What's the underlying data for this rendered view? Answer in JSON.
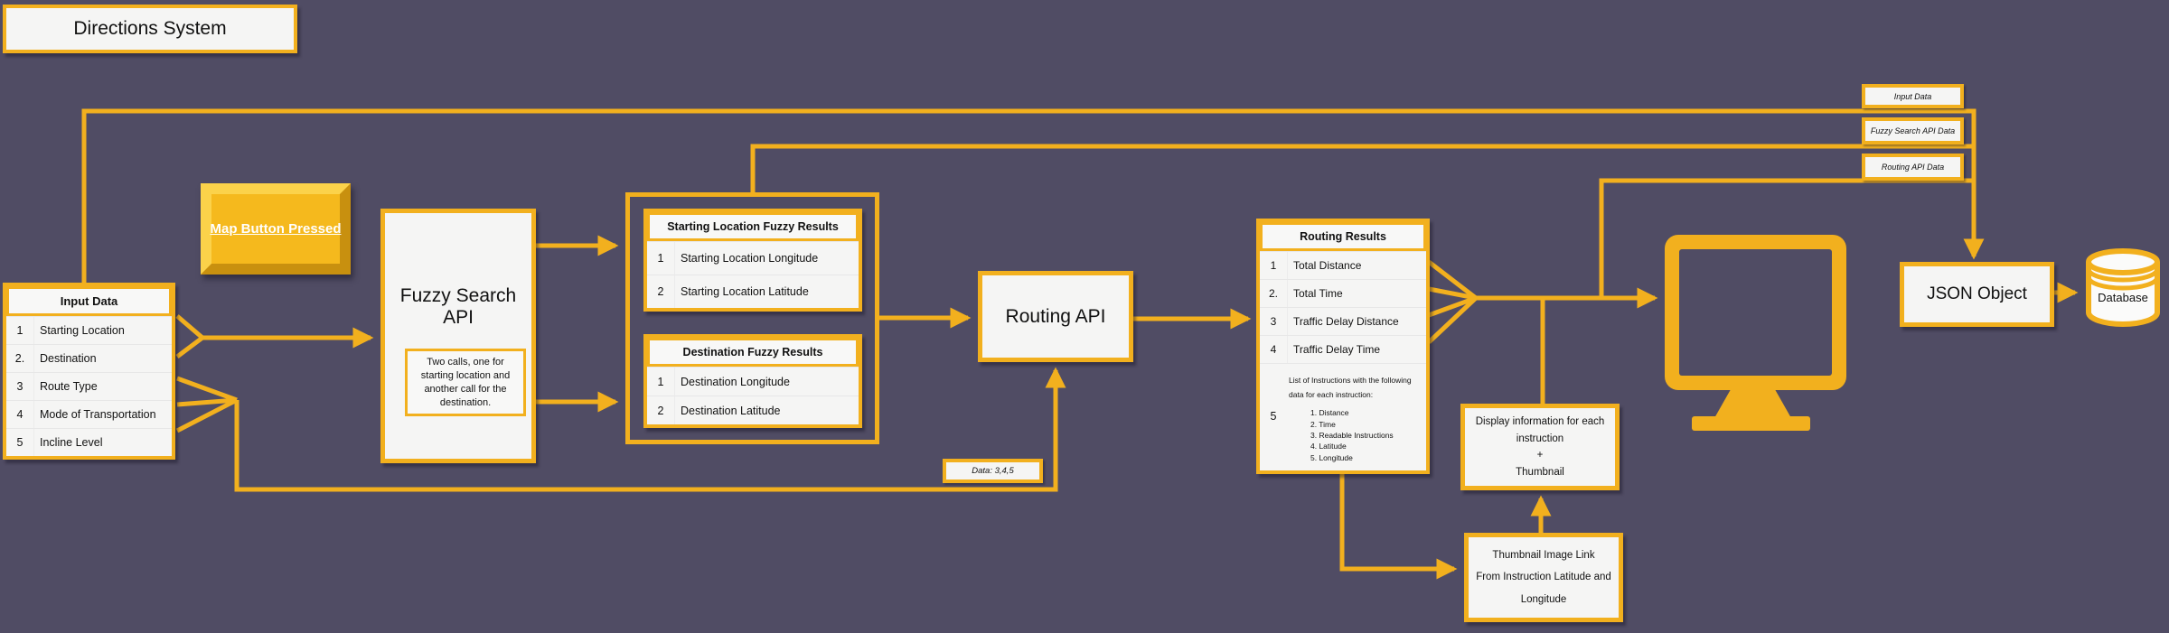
{
  "colors": {
    "background": "#504c64",
    "accent": "#f2b01e",
    "box_fill": "#f5f5f4"
  },
  "title": "Directions System",
  "map_button": {
    "label": "Map Button Pressed"
  },
  "input_table": {
    "header": "Input Data",
    "rows": [
      {
        "num": "1",
        "label": "Starting Location"
      },
      {
        "num": "2.",
        "label": "Destination"
      },
      {
        "num": "3",
        "label": "Route Type"
      },
      {
        "num": "4",
        "label": "Mode of Transportation"
      },
      {
        "num": "5",
        "label": "Incline Level"
      }
    ]
  },
  "fuzzy_api": {
    "title": "Fuzzy Search API",
    "note": "Two calls, one for starting location and another call for the destination."
  },
  "starting_results": {
    "header": "Starting Location Fuzzy Results",
    "rows": [
      {
        "num": "1",
        "label": "Starting Location Longitude"
      },
      {
        "num": "2",
        "label": "Starting Location Latitude"
      }
    ]
  },
  "destination_results": {
    "header": "Destination Fuzzy Results",
    "rows": [
      {
        "num": "1",
        "label": "Destination Longitude"
      },
      {
        "num": "2",
        "label": "Destination Latitude"
      }
    ]
  },
  "routing_api": {
    "title": "Routing API"
  },
  "data_note": {
    "label": "Data: 3,4,5"
  },
  "routing_results": {
    "header": "Routing Results",
    "rows": [
      {
        "num": "1",
        "label": "Total Distance"
      },
      {
        "num": "2.",
        "label": "Total Time"
      },
      {
        "num": "3",
        "label": "Traffic Delay Distance"
      },
      {
        "num": "4",
        "label": "Traffic Delay Time"
      }
    ],
    "row5": {
      "num": "5",
      "lead": "List of Instructions with the following data for each instruction:",
      "items": [
        "1. Distance",
        "2. Time",
        "3. Readable Instructions",
        "4. Latitude",
        "5. Longitude"
      ]
    }
  },
  "display_box": {
    "lines": [
      "Display information for each",
      "instruction",
      "+",
      "Thumbnail"
    ]
  },
  "thumbnail_box": {
    "lines": [
      "Thumbnail Image Link",
      "From Instruction Latitude and",
      "Longitude"
    ]
  },
  "json_box": {
    "label": "JSON Object"
  },
  "database": {
    "label": "Database"
  },
  "flow_labels": [
    {
      "label": "Input Data"
    },
    {
      "label": "Fuzzy Search API Data"
    },
    {
      "label": "Routing API Data"
    }
  ]
}
